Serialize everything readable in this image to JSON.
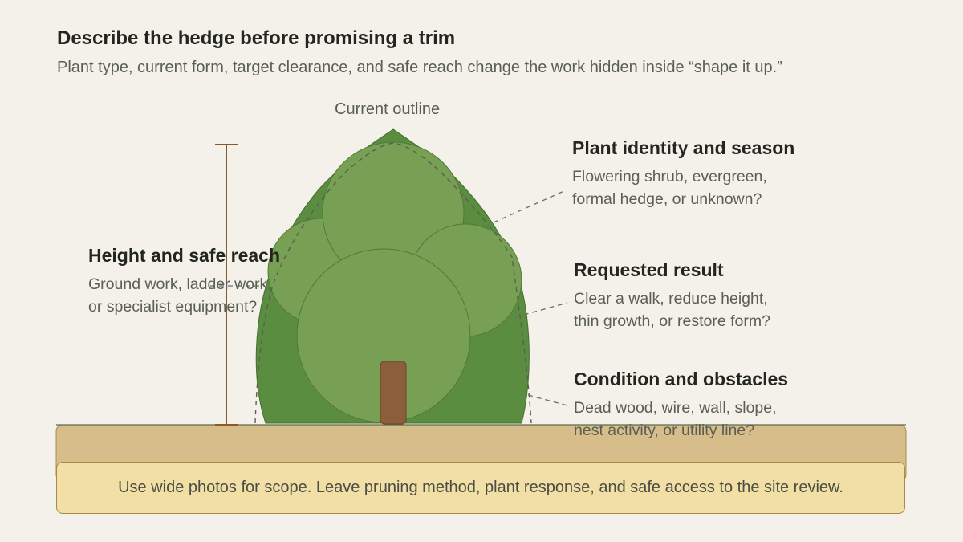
{
  "header": {
    "title": "Describe the hedge before promising a trim",
    "subtitle": "Plant type, current form, target clearance, and safe reach change the work hidden inside “shape it up.”"
  },
  "diagram": {
    "outline_label": "Current outline",
    "colors": {
      "hedge_dark": "#5b8d41",
      "hedge_light": "#77a055",
      "trunk": "#8b5e3c",
      "ground": "#d7bd89",
      "measure": "#8a5a2b",
      "note_fill": "#f1dfa6"
    }
  },
  "callouts": {
    "height": {
      "title": "Height and safe reach",
      "line1": "Ground work, ladder work,",
      "line2": "or specialist equipment?"
    },
    "plant": {
      "title": "Plant identity and season",
      "line1": "Flowering shrub, evergreen,",
      "line2": "formal hedge, or unknown?"
    },
    "result": {
      "title": "Requested result",
      "line1": "Clear a walk, reduce height,",
      "line2": "thin growth, or restore form?"
    },
    "condition": {
      "title": "Condition and obstacles",
      "line1": "Dead wood, wire, wall, slope,",
      "line2": "nest activity, or utility line?"
    }
  },
  "note": {
    "text": "Use wide photos for scope. Leave pruning method, plant response, and safe access to the site review."
  }
}
